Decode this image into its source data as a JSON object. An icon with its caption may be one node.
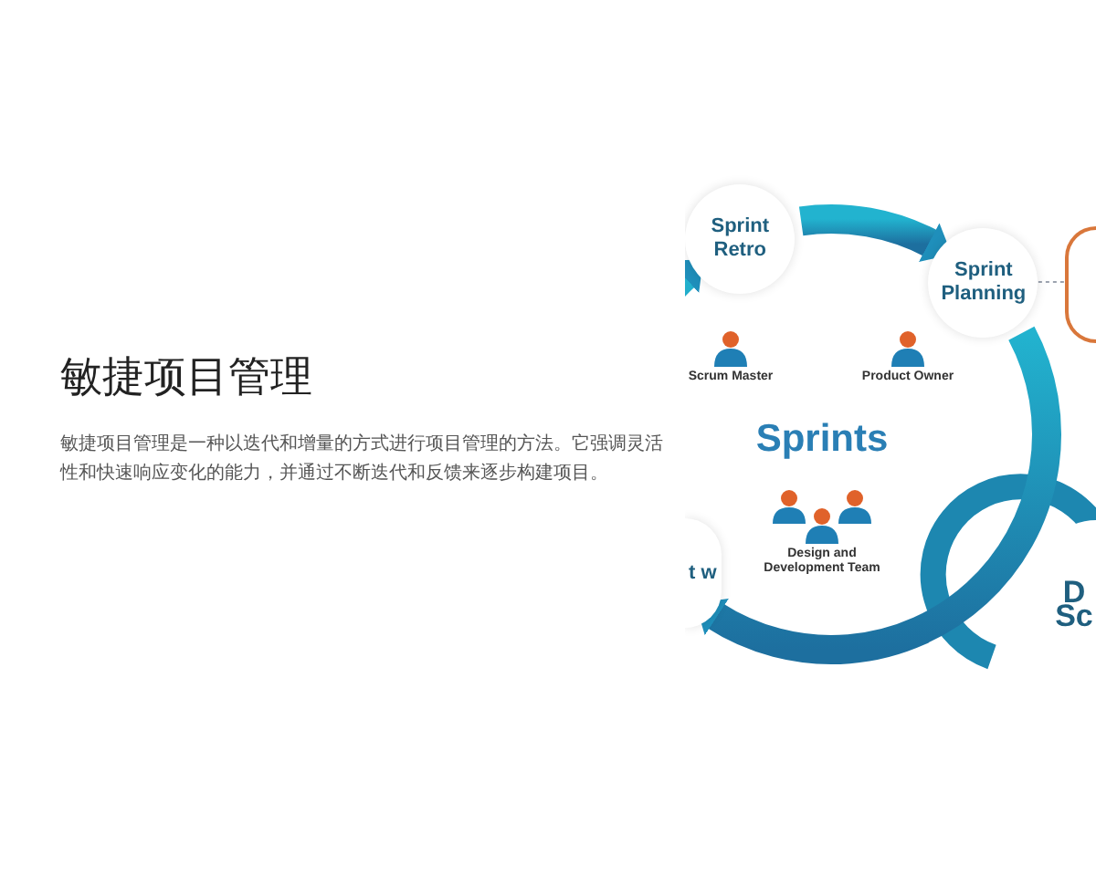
{
  "diagram": {
    "title": "敏捷项目管理",
    "caption": "敏捷项目管理是一种以迭代和增量的方式进行项目管理的方法。它强调灵活性和快速响应变化的能力，并通过不断迭代和反馈来逐步构建项目。",
    "nodes": [
      {
        "text": [
          "Sprint Retro"
        ]
      },
      {
        "text": [
          "Sprint Planning"
        ]
      },
      {
        "text": [
          "t w"
        ]
      },
      {
        "text": [],
        "shape": "circle"
      },
      {
        "text": [
          "D Sc"
        ]
      }
    ],
    "edges": [
      {
        "from": 0,
        "to": 1,
        "arrow": "to"
      },
      {
        "from": 1,
        "to": 2,
        "arrow": "to"
      },
      {
        "from": 2,
        "to": 0,
        "arrow": "to"
      },
      {
        "from": 1,
        "to": 3,
        "arrow": "none",
        "style": "dashed",
        "color": "#9ca3af"
      }
    ],
    "labels": [
      "Scrum Master",
      "Product Owner",
      "Sprints",
      "Design and Development Team"
    ]
  }
}
